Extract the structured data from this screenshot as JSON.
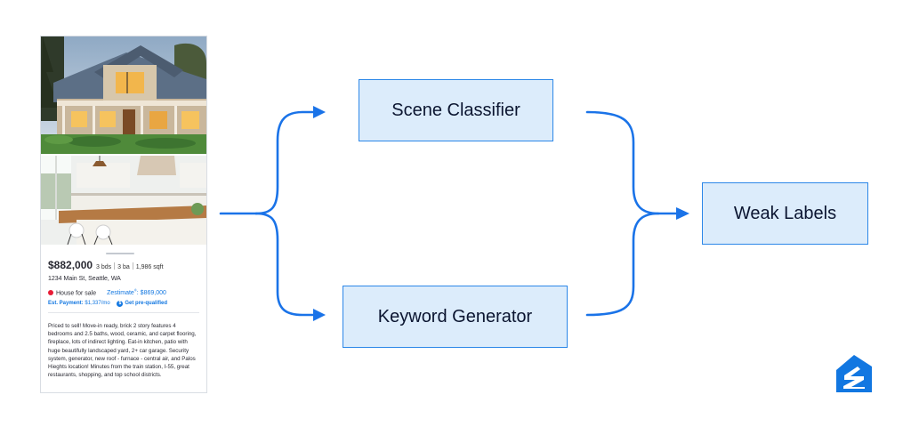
{
  "listing": {
    "price": "$882,000",
    "beds": "3 bds",
    "baths": "3 ba",
    "sqft": "1,986 sqft",
    "address": "1234 Main St, Seattle, WA",
    "status": "House for sale",
    "zestimate_label": "Zestimate",
    "zestimate_mark": "®",
    "zestimate_value": ": $869,000",
    "payment_label": "Est. Payment:",
    "payment_value": " $1,337/mo",
    "prequalified_icon": "$",
    "prequalified_label": "Get pre-qualified",
    "description": "Priced to sell! Move-in ready, brick 2 story features 4 bedrooms and 2.5 baths, wood, ceramic, and carpet flooring, fireplace, lots of indirect lighting. Eat-in kitchen, patio with huge beautifully landscaped yard, 2+ car garage. Security system, generator, new roof - furnace - central air, and Palos Hieghts location! Minutes from the train station, I-55, great restaurants, shopping, and top school districts."
  },
  "diagram": {
    "scene_classifier": "Scene Classifier",
    "keyword_generator": "Keyword Generator",
    "weak_labels": "Weak Labels"
  },
  "colors": {
    "accent": "#1a73e8",
    "box_fill": "#dcecfb",
    "box_border": "#2c87e8",
    "status_dot": "#e81c36",
    "link_blue": "#1277e1",
    "logo_blue": "#1277e1"
  },
  "icons": {
    "logo": "zillow-logo-icon",
    "status": "status-dot-icon",
    "prequalified": "dollar-circle-icon"
  }
}
